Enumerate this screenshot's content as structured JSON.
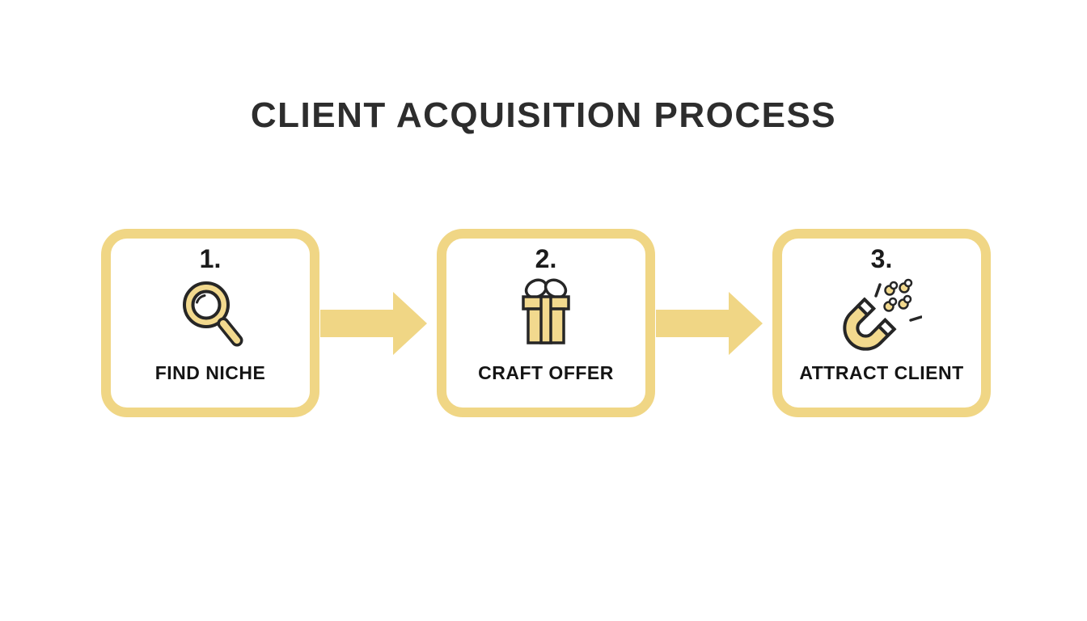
{
  "title": "CLIENT ACQUISITION PROCESS",
  "colors": {
    "accent_yellow": "#F0D685",
    "icon_fill": "#F2D98E",
    "outline_dark": "#262626",
    "title_color": "#2D2D2D",
    "label_color": "#141414",
    "bg": "#FFFFFF"
  },
  "steps": [
    {
      "number": "1.",
      "label": "FIND NICHE",
      "icon": "magnifier-search-icon"
    },
    {
      "number": "2.",
      "label": "CRAFT OFFER",
      "icon": "gift-box-icon"
    },
    {
      "number": "3.",
      "label": "ATTRACT CLIENT",
      "icon": "magnet-icon"
    }
  ],
  "connectors": [
    {
      "type": "arrow-right"
    },
    {
      "type": "arrow-right"
    }
  ]
}
